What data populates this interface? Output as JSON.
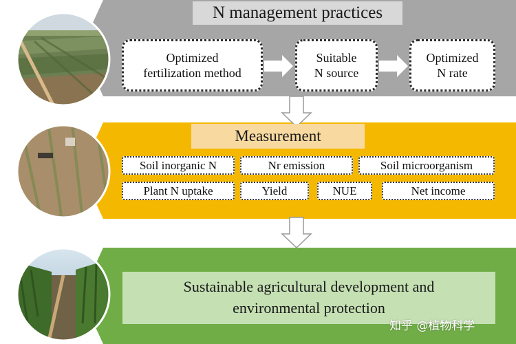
{
  "colors": {
    "panel_gray": "#a6a6a6",
    "title_gray": "#d8d8d8",
    "panel_orange": "#f5b800",
    "title_orange": "#f8d9a0",
    "panel_green": "#70ad47",
    "result_green": "#c5e0b3"
  },
  "section1": {
    "title": "N management practices",
    "practices": [
      {
        "line1": "Optimized",
        "line2": "fertilization method"
      },
      {
        "line1": "Suitable",
        "line2": "N source"
      },
      {
        "line1": "Optimized",
        "line2": "N rate"
      }
    ]
  },
  "section2": {
    "title": "Measurement",
    "items": [
      "Soil inorganic N",
      "Nr emission",
      "Soil microorganism",
      "Plant N uptake",
      "Yield",
      "NUE",
      "Net income"
    ]
  },
  "section3": {
    "line1": "Sustainable agricultural development and",
    "line2": "environmental protection"
  },
  "watermark": "知乎 @植物科学"
}
